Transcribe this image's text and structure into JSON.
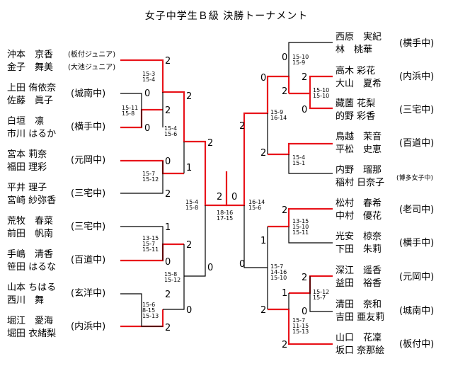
{
  "title": "女子中学生Ｂ級 決勝トーナメント",
  "left": [
    {
      "p1": "沖本　京香",
      "p2": "金子　舞美",
      "s1": "(板付ジュニア)",
      "s2": "(大池ジュニア)"
    },
    {
      "p1": "上田 侑依奈",
      "p2": "佐藤　眞子",
      "school": "(城南中)"
    },
    {
      "p1": "白垣　凛",
      "p2": "市川 はるか",
      "school": "(横手中)"
    },
    {
      "p1": "宮本 莉奈",
      "p2": "福田 理彩",
      "school": "(元岡中)"
    },
    {
      "p1": "平井 理子",
      "p2": "宮崎 紗弥香",
      "school": "(三宅中)"
    },
    {
      "p1": "荒牧　春菜",
      "p2": "前田　帆南",
      "school": "(三宅中)"
    },
    {
      "p1": "手嶋　清香",
      "p2": "笹田 はるな",
      "school": "(百道中)"
    },
    {
      "p1": "山本 ちはる",
      "p2": "西川　舞",
      "school": "(玄洋中)"
    },
    {
      "p1": "堀江　愛海",
      "p2": "堀田 衣緒梨",
      "school": "(内浜中)"
    }
  ],
  "right": [
    {
      "p1": "西原　実紀",
      "p2": "林　桃華",
      "school": "(横手中)"
    },
    {
      "p1": "高木 彩花",
      "p2": "大山　夏希",
      "school": "(内浜中)"
    },
    {
      "p1": "藏薗 花梨",
      "p2": "的野 彩香",
      "school": "(三宅中)"
    },
    {
      "p1": "鳥越　茉音",
      "p2": "平松　史恵",
      "school": "(百道中)"
    },
    {
      "p1": "内野　瑠那",
      "p2": "稲村 日奈子",
      "school": "(博多女子中)"
    },
    {
      "p1": "松村　春希",
      "p2": "中村　優花",
      "school": "(老司中)"
    },
    {
      "p1": "光安　椋奈",
      "p2": "下田　朱莉",
      "school": "(横手中)"
    },
    {
      "p1": "深江　遥香",
      "p2": "益田　裕香",
      "school": "(元岡中)"
    },
    {
      "p1": "清田　奈和",
      "p2": "吉田 亜友莉",
      "school": "(城南中)"
    },
    {
      "p1": "山口　花凜",
      "p2": "坂口 奈那絵",
      "school": "(板付中)"
    }
  ],
  "scores": {
    "l_r1a": "15-3\n15-4",
    "l_r1b": "15-11\n15-8",
    "l_r2a": "15-4\n15-6",
    "l_r1c": "15-7\n15-12",
    "l_r1d": "13-15\n15-7\n15-11",
    "l_r1e": "15-6\n8-15\n15-13",
    "l_r2b": "15-8\n15-12",
    "l_semi": "15-4\n15-8",
    "final": "18-16\n17-15",
    "r_r1a": "15-10\n15-9",
    "r_r1b": "15-10\n15-10",
    "r_r2a": "15-9\n16-14",
    "r_r1c": "15-4\n15-1",
    "r_r1d": "13-15\n15-10\n15-11",
    "r_r1e": "15-12\n15-7",
    "r_r1f": "15-7\n11-15\n15-13",
    "r_r2b": "15-7\n14-16\n15-10",
    "r_semi": "16-14\n15-6"
  },
  "results": {
    "l1": "2",
    "l2": "0",
    "l3": "2",
    "l4": "2",
    "l5": "0",
    "l6": "2",
    "l7": "0",
    "l8": "1",
    "l9": "2",
    "l10": "1",
    "l11": "2",
    "l12": "0",
    "l13": "0",
    "l14": "2",
    "l15": "2",
    "l16": "0",
    "r1": "0",
    "r2": "2",
    "r3": "2",
    "r4": "0",
    "r5": "0",
    "r6": "2",
    "r7": "2",
    "r8": "1",
    "r9": "2",
    "r10": "1",
    "r11": "0",
    "r12": "0",
    "r13": "2",
    "r14": "2"
  },
  "colors": {
    "winner_line": "#e8141b",
    "loser_line": "#000000"
  }
}
